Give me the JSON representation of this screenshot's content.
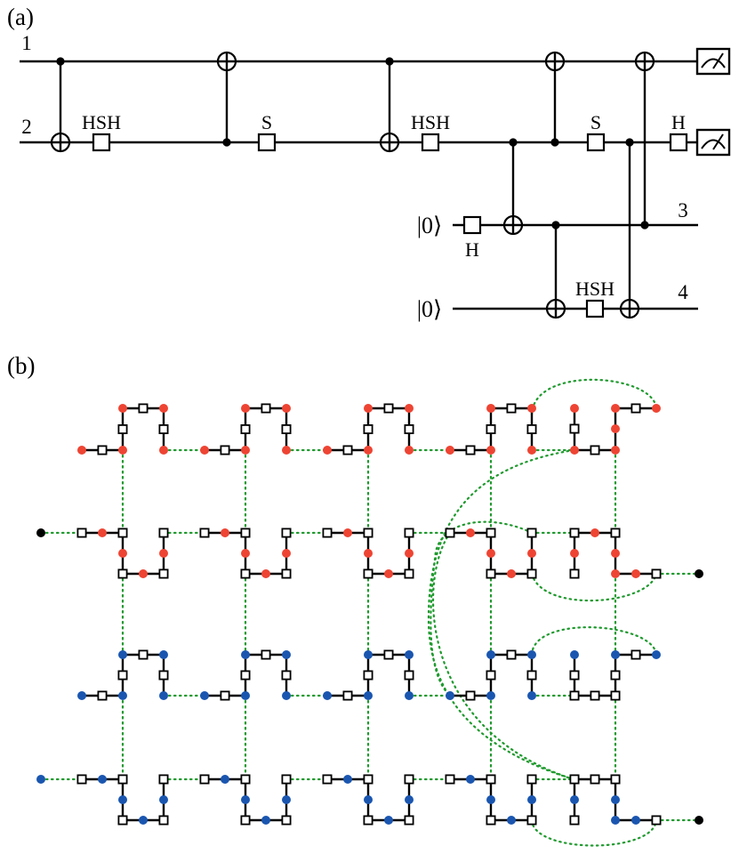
{
  "panels": {
    "a": {
      "label": "(a)"
    },
    "b": {
      "label": "(b)"
    }
  },
  "circuit": {
    "wires": [
      {
        "id": "1",
        "number": "1",
        "input": ""
      },
      {
        "id": "2",
        "number": "2",
        "input": ""
      },
      {
        "id": "3",
        "number": "3",
        "input": "|0⟩"
      },
      {
        "id": "4",
        "number": "4",
        "input": "|0⟩"
      }
    ],
    "gates": [
      {
        "label": "HSH",
        "wire": "2"
      },
      {
        "label": "S",
        "wire": "2"
      },
      {
        "label": "HSH",
        "wire": "2"
      },
      {
        "label": "H",
        "wire": "3"
      },
      {
        "label": "S",
        "wire": "2"
      },
      {
        "label": "H",
        "wire": "2"
      },
      {
        "label": "HSH",
        "wire": "4"
      }
    ],
    "cnots": [
      {
        "control": "1",
        "target": "2"
      },
      {
        "control": "2",
        "target": "1"
      },
      {
        "control": "1",
        "target": "2"
      },
      {
        "control": "2",
        "target": "3"
      },
      {
        "control": "3",
        "target": "4"
      },
      {
        "control": "2",
        "target": "1"
      },
      {
        "control": "2",
        "target": "4"
      },
      {
        "control": "3",
        "target": "1"
      }
    ],
    "measurements": [
      "1",
      "2"
    ]
  },
  "lattice": {
    "colors": {
      "top": "#ee4433",
      "bottom": "#1a56b0",
      "end": "#000000",
      "link": "#1f9a2e",
      "box": "#ffffff"
    },
    "rows": 4,
    "units_per_row": 5,
    "node_legend": [
      "filled-circle",
      "open-square"
    ]
  }
}
